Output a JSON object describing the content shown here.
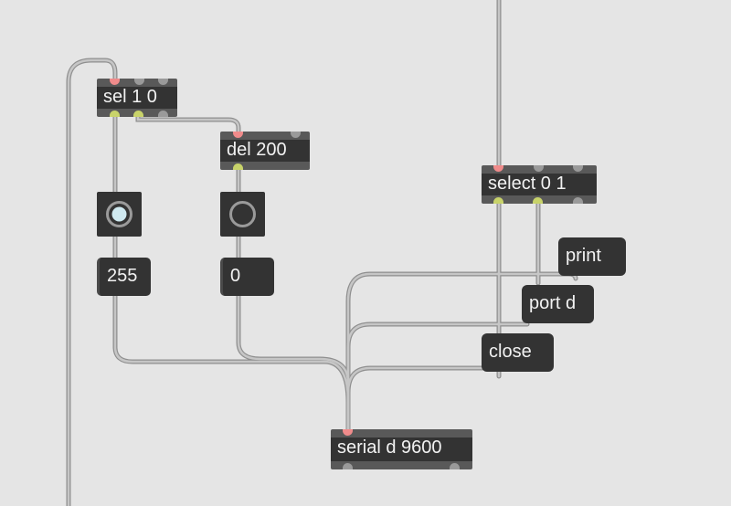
{
  "patch": {
    "objects": {
      "sel": "sel 1 0",
      "del": "del 200",
      "select": "select 0 1",
      "serial": "serial d 9600"
    },
    "messages": {
      "print": "print",
      "port": "port d",
      "close": "close"
    },
    "numbers": {
      "left": "255",
      "right": "0"
    },
    "colors": {
      "canvas": "#e5e5e5",
      "box": "#333333",
      "bar": "#595959",
      "cord": "#a9a9a9",
      "hot_inlet": "#f08b8b",
      "bang_active": "#cfe9f0"
    }
  }
}
